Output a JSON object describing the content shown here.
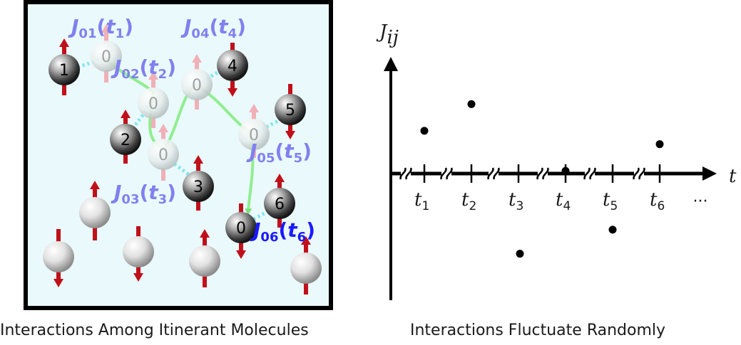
{
  "left_panel": {
    "caption": "Interactions Among Itinerant Molecules",
    "interactions": [
      {
        "main": "J",
        "sub": "01",
        "arg": "t",
        "argsub": "1"
      },
      {
        "main": "J",
        "sub": "02",
        "arg": "t",
        "argsub": "2"
      },
      {
        "main": "J",
        "sub": "03",
        "arg": "t",
        "argsub": "3"
      },
      {
        "main": "J",
        "sub": "04",
        "arg": "t",
        "argsub": "4"
      },
      {
        "main": "J",
        "sub": "05",
        "arg": "t",
        "argsub": "5"
      },
      {
        "main": "J",
        "sub": "06",
        "arg": "t",
        "argsub": "6"
      }
    ],
    "molecule_labels": [
      "1",
      "2",
      "3",
      "4",
      "5",
      "6"
    ],
    "itinerant_label": "0",
    "colors": {
      "panel_fill": "#eaf9fb",
      "spin_arrow": "#c0101a",
      "faded_arrow": "#f0b0b8",
      "trajectory": "#90ee90",
      "bond": "#7fe6f0",
      "label_faded": "#8080f0",
      "label_current": "#1a1aff"
    }
  },
  "right_panel": {
    "caption": "Interactions Fluctuate Randomly",
    "y_axis_main": "J",
    "y_axis_sub": "ij",
    "x_axis_label": "t",
    "ticks": [
      {
        "main": "t",
        "sub": "1"
      },
      {
        "main": "t",
        "sub": "2"
      },
      {
        "main": "t",
        "sub": "3"
      },
      {
        "main": "t",
        "sub": "4"
      },
      {
        "main": "t",
        "sub": "5"
      },
      {
        "main": "t",
        "sub": "6"
      }
    ],
    "ellipsis": "···"
  },
  "chart_data": {
    "type": "scatter",
    "x": [
      "t1",
      "t2",
      "t3",
      "t4",
      "t5",
      "t6"
    ],
    "values": [
      1.6,
      2.6,
      -3.0,
      0.1,
      -2.1,
      1.1
    ],
    "ylim": [
      -4.1,
      4.1
    ],
    "grid": false
  }
}
